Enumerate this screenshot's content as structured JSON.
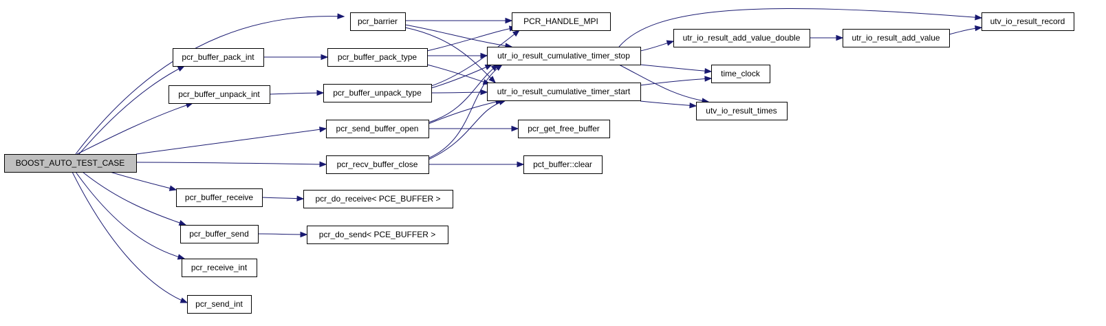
{
  "diagram": {
    "type": "call-graph",
    "nodes": [
      {
        "id": "boost",
        "label": "BOOST_AUTO_TEST_CASE",
        "highlighted": true
      },
      {
        "id": "pcr_barrier",
        "label": "pcr_barrier"
      },
      {
        "id": "pcr_buffer_pack_int",
        "label": "pcr_buffer_pack_int"
      },
      {
        "id": "pcr_buffer_unpack_int",
        "label": "pcr_buffer_unpack_int"
      },
      {
        "id": "pcr_buffer_pack_type",
        "label": "pcr_buffer_pack_type"
      },
      {
        "id": "pcr_buffer_unpack_type",
        "label": "pcr_buffer_unpack_type"
      },
      {
        "id": "pcr_send_buffer_open",
        "label": "pcr_send_buffer_open"
      },
      {
        "id": "pcr_recv_buffer_close",
        "label": "pcr_recv_buffer_close"
      },
      {
        "id": "pcr_buffer_receive",
        "label": "pcr_buffer_receive"
      },
      {
        "id": "pcr_buffer_send",
        "label": "pcr_buffer_send"
      },
      {
        "id": "pcr_receive_int",
        "label": "pcr_receive_int"
      },
      {
        "id": "pcr_send_int",
        "label": "pcr_send_int"
      },
      {
        "id": "pcr_handle_mpi",
        "label": "PCR_HANDLE_MPI"
      },
      {
        "id": "timer_stop",
        "label": "utr_io_result_cumulative_timer_stop"
      },
      {
        "id": "timer_start",
        "label": "utr_io_result_cumulative_timer_start"
      },
      {
        "id": "pcr_get_free_buffer",
        "label": "pcr_get_free_buffer"
      },
      {
        "id": "pct_buffer_clear",
        "label": "pct_buffer::clear"
      },
      {
        "id": "pcr_do_receive",
        "label": "pcr_do_receive< PCE_BUFFER >"
      },
      {
        "id": "pcr_do_send",
        "label": "pcr_do_send< PCE_BUFFER >"
      },
      {
        "id": "add_value_double",
        "label": "utr_io_result_add_value_double"
      },
      {
        "id": "add_value",
        "label": "utr_io_result_add_value"
      },
      {
        "id": "result_record",
        "label": "utv_io_result_record"
      },
      {
        "id": "time_clock",
        "label": "time_clock"
      },
      {
        "id": "result_times",
        "label": "utv_io_result_times"
      }
    ],
    "edges": [
      {
        "from": "boost",
        "to": "pcr_barrier"
      },
      {
        "from": "boost",
        "to": "pcr_buffer_pack_int"
      },
      {
        "from": "boost",
        "to": "pcr_buffer_unpack_int"
      },
      {
        "from": "boost",
        "to": "pcr_send_buffer_open"
      },
      {
        "from": "boost",
        "to": "pcr_recv_buffer_close"
      },
      {
        "from": "boost",
        "to": "pcr_buffer_receive"
      },
      {
        "from": "boost",
        "to": "pcr_buffer_send"
      },
      {
        "from": "boost",
        "to": "pcr_receive_int"
      },
      {
        "from": "boost",
        "to": "pcr_send_int"
      },
      {
        "from": "pcr_barrier",
        "to": "pcr_handle_mpi"
      },
      {
        "from": "pcr_barrier",
        "to": "timer_stop"
      },
      {
        "from": "pcr_barrier",
        "to": "timer_start"
      },
      {
        "from": "pcr_buffer_pack_int",
        "to": "pcr_buffer_pack_type"
      },
      {
        "from": "pcr_buffer_unpack_int",
        "to": "pcr_buffer_unpack_type"
      },
      {
        "from": "pcr_buffer_pack_type",
        "to": "pcr_handle_mpi"
      },
      {
        "from": "pcr_buffer_pack_type",
        "to": "timer_stop"
      },
      {
        "from": "pcr_buffer_pack_type",
        "to": "timer_start"
      },
      {
        "from": "pcr_buffer_unpack_type",
        "to": "pcr_handle_mpi"
      },
      {
        "from": "pcr_buffer_unpack_type",
        "to": "timer_stop"
      },
      {
        "from": "pcr_buffer_unpack_type",
        "to": "timer_start"
      },
      {
        "from": "pcr_send_buffer_open",
        "to": "timer_stop"
      },
      {
        "from": "pcr_send_buffer_open",
        "to": "timer_start"
      },
      {
        "from": "pcr_send_buffer_open",
        "to": "pcr_get_free_buffer"
      },
      {
        "from": "pcr_recv_buffer_close",
        "to": "timer_stop"
      },
      {
        "from": "pcr_recv_buffer_close",
        "to": "timer_start"
      },
      {
        "from": "pcr_recv_buffer_close",
        "to": "pct_buffer_clear"
      },
      {
        "from": "pcr_buffer_receive",
        "to": "pcr_do_receive"
      },
      {
        "from": "pcr_buffer_send",
        "to": "pcr_do_send"
      },
      {
        "from": "timer_stop",
        "to": "add_value_double"
      },
      {
        "from": "timer_stop",
        "to": "result_record"
      },
      {
        "from": "timer_stop",
        "to": "time_clock"
      },
      {
        "from": "timer_stop",
        "to": "result_times"
      },
      {
        "from": "timer_start",
        "to": "time_clock"
      },
      {
        "from": "timer_start",
        "to": "result_times"
      },
      {
        "from": "add_value_double",
        "to": "add_value"
      },
      {
        "from": "add_value",
        "to": "result_record"
      }
    ],
    "colors": {
      "edge": "#191970",
      "root_fill": "#bfbfbf",
      "node_fill": "#ffffff",
      "node_border": "#000000"
    }
  }
}
